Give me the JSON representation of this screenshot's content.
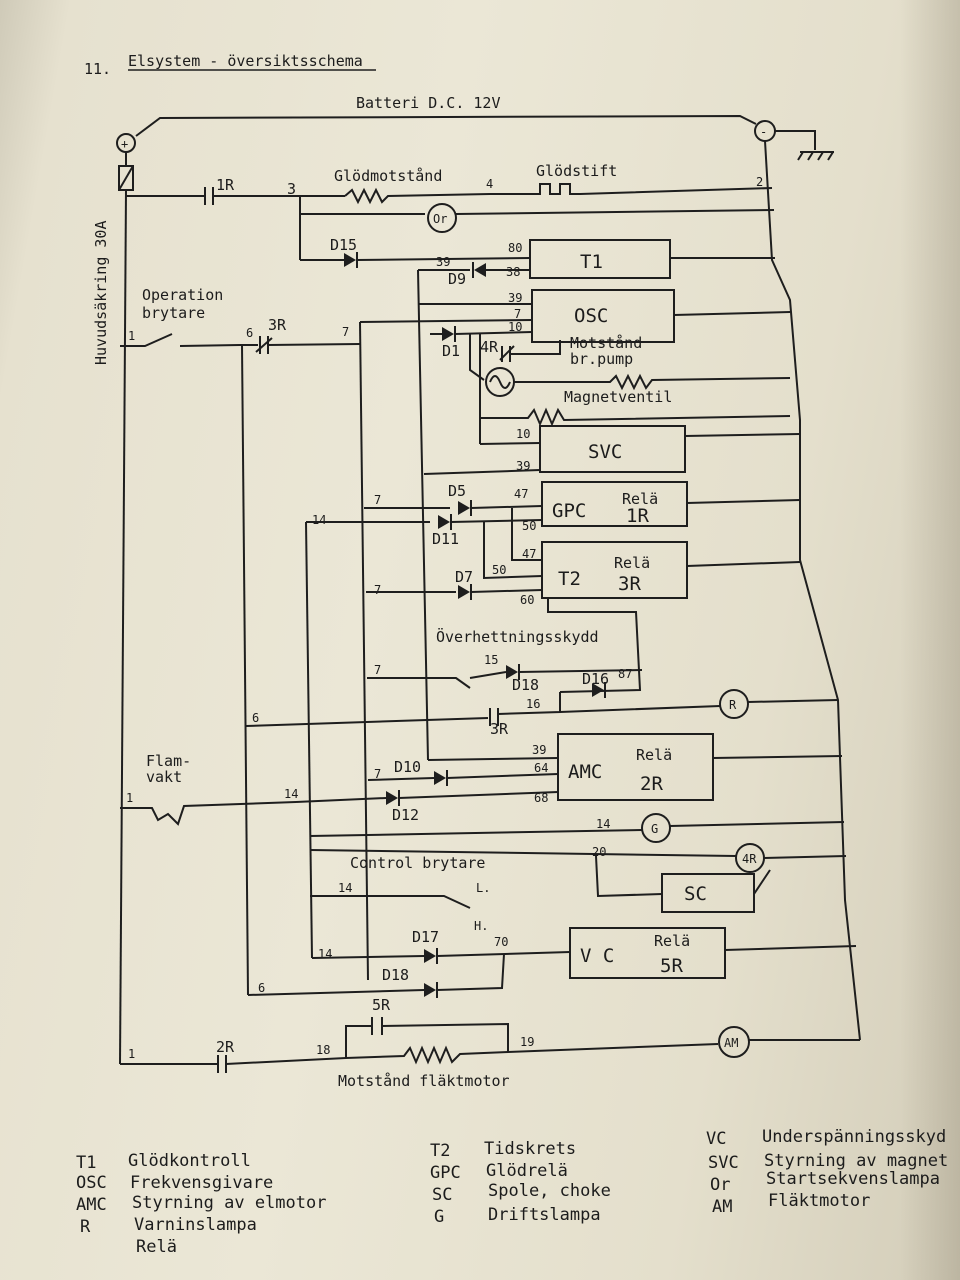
{
  "header": {
    "section": "11.",
    "title": "Elsystem - översiktsschema"
  },
  "battery": {
    "label": "Batteri D.C. 12V",
    "plus": "+",
    "minus": "-"
  },
  "fuse": {
    "label": "Huvudsäkring 30A"
  },
  "top_row": {
    "relay_1R": "1R",
    "node3": "3",
    "glow_resistor": "Glödmotstånd",
    "node4": "4",
    "glow_pin": "Glödstift",
    "node2": "2",
    "lamp_or": "Or"
  },
  "diodes": {
    "d15": "D15",
    "d9": "D9",
    "d1": "D1",
    "d5": "D5",
    "d11": "D11",
    "d7": "D7",
    "d18a": "D18",
    "d16": "D16",
    "d10": "D10",
    "d12": "D12",
    "d17": "D17",
    "d18b": "D18"
  },
  "t1": {
    "label": "T1",
    "pins": [
      "80",
      "39",
      "38"
    ]
  },
  "osc": {
    "label": "OSC",
    "pins": [
      "39",
      "7",
      "10"
    ]
  },
  "operation_switch": {
    "line1": "Operation",
    "line2": "brytare",
    "node1": "1",
    "node6": "6",
    "relay": "3R",
    "node7": "7"
  },
  "pump": {
    "relay": "4R",
    "line1": "Motstånd",
    "line2": "br.pump"
  },
  "magnet_valve": {
    "label": "Magnetventil"
  },
  "svc": {
    "label": "SVC",
    "pins": [
      "10",
      "39"
    ]
  },
  "gpc": {
    "label": "GPC",
    "relay_word": "Relä",
    "relay": "1R",
    "pins": [
      "47",
      "50"
    ]
  },
  "t2": {
    "label": "T2",
    "relay_word": "Relä",
    "relay": "3R",
    "pins": [
      "47",
      "50",
      "60"
    ]
  },
  "node_labels": {
    "n7a": "7",
    "n14a": "14",
    "n7b": "7",
    "n7c": "7",
    "n15": "15",
    "n87": "87",
    "n16": "16",
    "n6": "6",
    "n7d": "7",
    "n14b": "14",
    "n1": "1",
    "n14c": "14",
    "n20": "20",
    "n14d": "14",
    "n14e": "14",
    "n70": "70",
    "n6b": "6",
    "n1b": "1",
    "n18": "18",
    "n19": "19"
  },
  "overheat": {
    "label": "Överhettningsskydd",
    "relay": "3R"
  },
  "lamp_r": {
    "label": "R"
  },
  "amc": {
    "label": "AMC",
    "relay_word": "Relä",
    "relay": "2R",
    "pins": [
      "39",
      "64",
      "68"
    ]
  },
  "flame_guard": {
    "line1": "Flam-",
    "line2": "vakt"
  },
  "lamp_g": {
    "label": "G"
  },
  "control_switch": {
    "label": "Control brytare",
    "low": "L.",
    "high": "H."
  },
  "relay_4r": {
    "label": "4R"
  },
  "sc": {
    "label": "SC"
  },
  "vc": {
    "label": "V C",
    "relay_word": "Relä",
    "relay": "5R"
  },
  "fan": {
    "relay_2r": "2R",
    "relay_5r": "5R",
    "motor": "AM",
    "resistor_label": "Motstånd fläktmotor"
  },
  "legend": [
    {
      "code": "T1",
      "text": "Glödkontroll"
    },
    {
      "code": "OSC",
      "text": "Frekvensgivare"
    },
    {
      "code": "AMC",
      "text": "Styrning av elmotor"
    },
    {
      "code": "R",
      "text": "Varninslampa"
    },
    {
      "code": "",
      "text": "Relä"
    },
    {
      "code": "T2",
      "text": "Tidskrets"
    },
    {
      "code": "GPC",
      "text": "Glödrelä"
    },
    {
      "code": "SC",
      "text": "Spole, choke"
    },
    {
      "code": "G",
      "text": "Driftslampa"
    },
    {
      "code": "VC",
      "text": "Underspänningsskyd"
    },
    {
      "code": "SVC",
      "text": "Styrning av magnet"
    },
    {
      "code": "Or",
      "text": "Startsekvenslampa"
    },
    {
      "code": "AM",
      "text": "Fläktmotor"
    }
  ]
}
